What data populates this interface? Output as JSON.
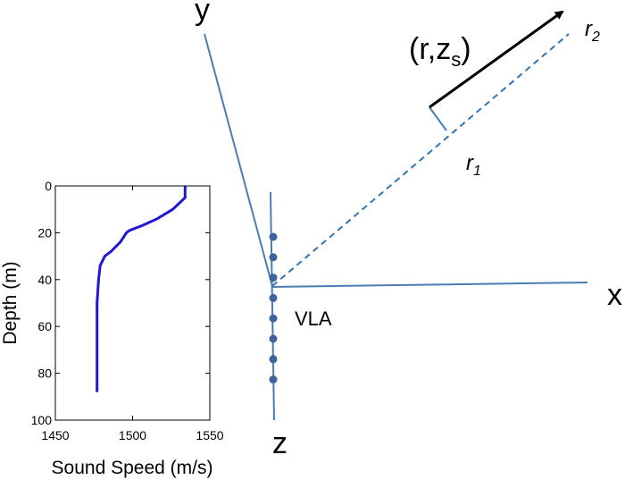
{
  "diagram": {
    "axes": {
      "y_label": "y",
      "x_label": "x",
      "z_label": "z"
    },
    "array_label": "VLA",
    "array_element_count": 8,
    "source_label": {
      "open": "(r,z",
      "sub": "s",
      "close": ")"
    },
    "range_labels": [
      {
        "main": "r",
        "sub": "1"
      },
      {
        "main": "r",
        "sub": "2"
      }
    ],
    "colors": {
      "line": "#4a7db3",
      "dashed": "#2e75b6",
      "dots": "#3c639d",
      "arrow": "#000000",
      "profile": "#1f17d6"
    }
  },
  "chart_data": {
    "type": "line",
    "xlabel": "Sound Speed (m/s)",
    "ylabel": "Depth (m)",
    "xlim": [
      1450,
      1550
    ],
    "ylim": [
      100,
      0
    ],
    "xticks": [
      "1450",
      "1500",
      "1550"
    ],
    "yticks": [
      "0",
      "20",
      "40",
      "60",
      "80",
      "100"
    ],
    "series": [
      {
        "x": [
          1534,
          1534,
          1526,
          1516,
          1506,
          1498,
          1496,
          1492,
          1486,
          1482,
          1479,
          1478,
          1477,
          1477,
          1477,
          1477
        ],
        "y": [
          0,
          5,
          10,
          14,
          17,
          19,
          20,
          24,
          28,
          30,
          34,
          40,
          50,
          60,
          80,
          88
        ]
      }
    ]
  }
}
